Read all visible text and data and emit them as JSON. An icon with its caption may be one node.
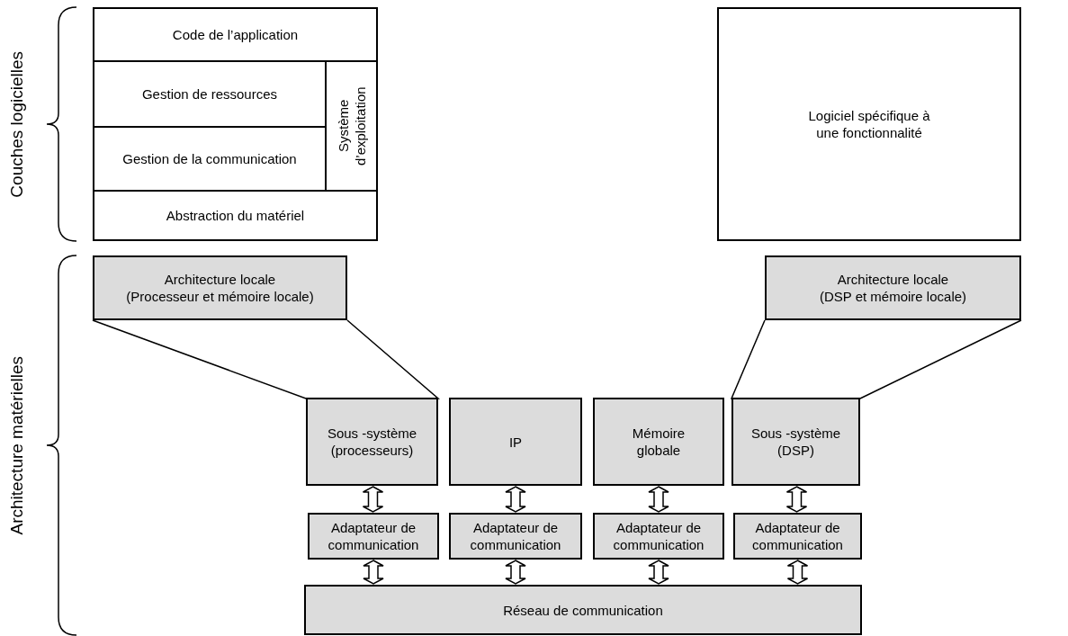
{
  "diagram": {
    "nodes": [
      {
        "text": [
          "Code de l’application"
        ]
      },
      {
        "text": [
          "Gestion de ressources"
        ]
      },
      {
        "text": [
          "Gestion de la communication"
        ]
      },
      {
        "text": [
          "Système d’exploitation"
        ]
      },
      {
        "text": [
          "Abstraction du matériel"
        ]
      },
      {
        "text": [
          "Logiciel spécifique à une fonctionnalité"
        ]
      },
      {
        "text": [
          "Architecture locale",
          "(Processeur et mémoire locale)"
        ]
      },
      {
        "text": [
          "Architecture locale",
          "(DSP et mémoire locale)"
        ]
      },
      {
        "text": [
          "Sous -système (processeurs)"
        ]
      },
      {
        "text": [
          "IP"
        ]
      },
      {
        "text": [
          "Mémoire globale"
        ]
      },
      {
        "text": [
          "Sous -système (DSP)"
        ]
      },
      {
        "text": [
          "Adaptateur de communication"
        ]
      },
      {
        "text": [
          "Adaptateur de communication"
        ]
      },
      {
        "text": [
          "Adaptateur de communication"
        ]
      },
      {
        "text": [
          "Adaptateur de communication"
        ]
      },
      {
        "text": [
          "Réseau de communication"
        ]
      }
    ],
    "edges": [
      {
        "from": 6,
        "to": 8,
        "arrow": "none"
      },
      {
        "from": 7,
        "to": 11,
        "arrow": "none"
      },
      {
        "from": 8,
        "to": 12,
        "arrow": "both"
      },
      {
        "from": 9,
        "to": 13,
        "arrow": "both"
      },
      {
        "from": 10,
        "to": 14,
        "arrow": "both"
      },
      {
        "from": 11,
        "to": 15,
        "arrow": "both"
      },
      {
        "from": 12,
        "to": 16,
        "arrow": "both"
      },
      {
        "from": 13,
        "to": 16,
        "arrow": "both"
      },
      {
        "from": 14,
        "to": 16,
        "arrow": "both"
      },
      {
        "from": 15,
        "to": 16,
        "arrow": "both"
      }
    ],
    "labels": [
      "Couches logicielles",
      "Architecture matérielles"
    ]
  }
}
